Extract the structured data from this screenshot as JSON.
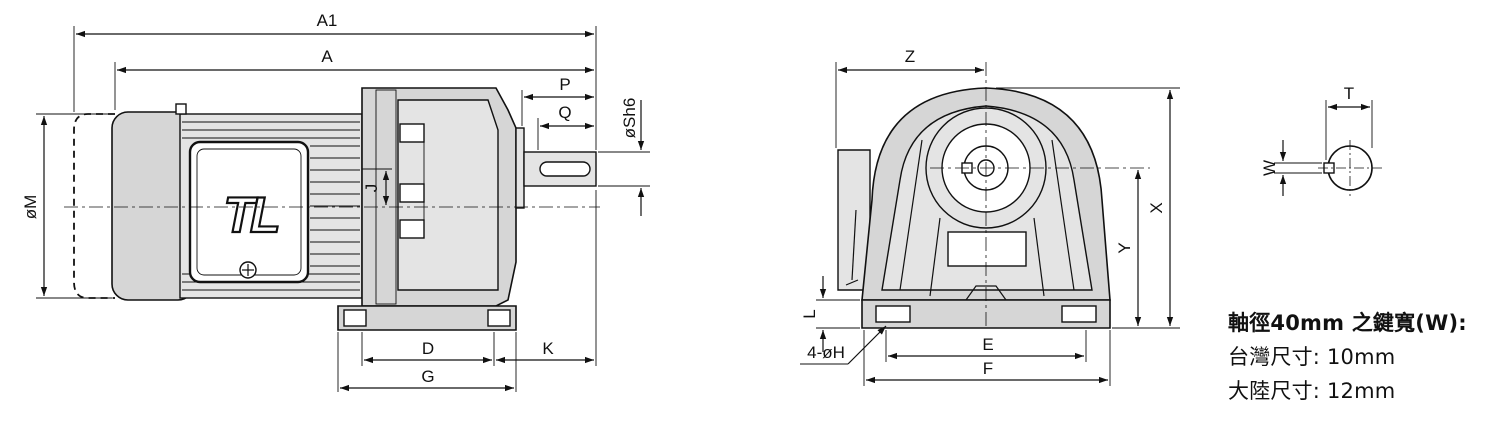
{
  "labels": {
    "A1": "A1",
    "A": "A",
    "P": "P",
    "Q": "Q",
    "Sh6": "øSh6",
    "M": "øM",
    "J": "J",
    "D": "D",
    "K": "K",
    "G": "G",
    "Z": "Z",
    "X": "X",
    "Y": "Y",
    "L": "L",
    "H": "4-øH",
    "E": "E",
    "F": "F",
    "T": "T",
    "W": "W"
  },
  "logo": "TL",
  "notes": {
    "title": "軸徑40mm 之鍵寬(W):",
    "taiwan": "台灣尺寸: 10mm",
    "china": "大陸尺寸: 12mm"
  }
}
